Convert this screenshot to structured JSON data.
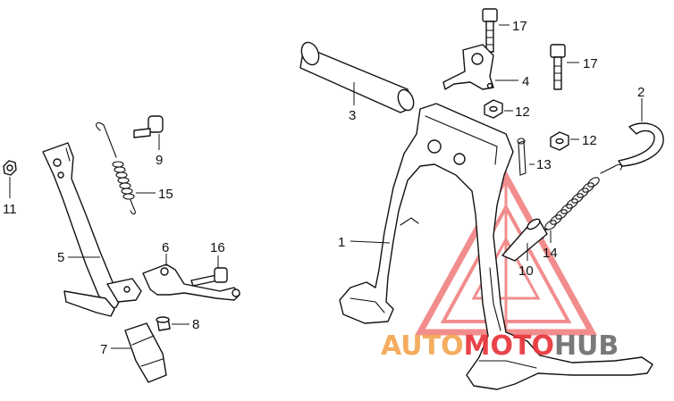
{
  "callouts": {
    "c1": "1",
    "c2": "2",
    "c3": "3",
    "c4": "4",
    "c5": "5",
    "c6": "6",
    "c7": "7",
    "c8": "8",
    "c9": "9",
    "c10": "10",
    "c11": "11",
    "c12a": "12",
    "c12b": "12",
    "c13": "13",
    "c14": "14",
    "c15": "15",
    "c16": "16",
    "c17a": "17",
    "c17b": "17"
  },
  "watermark": {
    "part1": "AUTO",
    "part2": "MOTO",
    "part3": "HUB",
    "color_orange": "#f4a552",
    "color_red": "#e8343a",
    "color_gray": "#6e6e6e"
  }
}
